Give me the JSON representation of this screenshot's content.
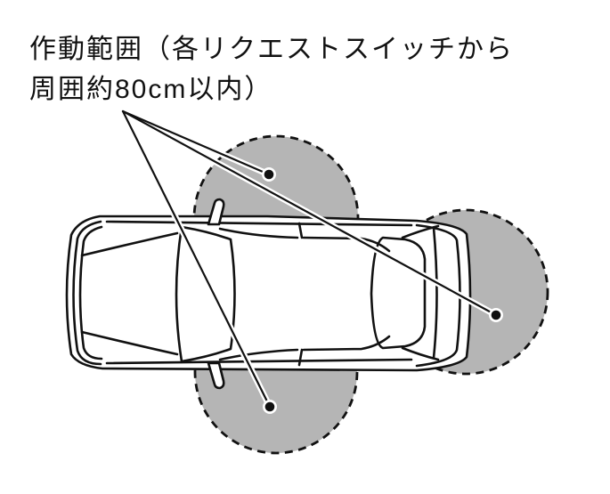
{
  "caption": {
    "line1": "作動範囲（各リクエストスイッチから",
    "line2": "周囲約80cm以内）",
    "full_text": "作動範囲（各リクエストスイッチから周囲約80cm以内）"
  },
  "colors": {
    "background": "#ffffff",
    "zone_fill": "#b5b5b5",
    "ink": "#111111",
    "leader_casing": "#ffffff"
  },
  "diagram": {
    "type": "car-top-view-operating-range",
    "zones": [
      {
        "name": "upper-front-door-zone",
        "shape": "dashed-circle",
        "marker": "dot"
      },
      {
        "name": "rear-trunk-zone",
        "shape": "dashed-circle",
        "marker": "dot"
      },
      {
        "name": "lower-front-door-zone",
        "shape": "dashed-circle",
        "marker": "dot"
      }
    ]
  }
}
